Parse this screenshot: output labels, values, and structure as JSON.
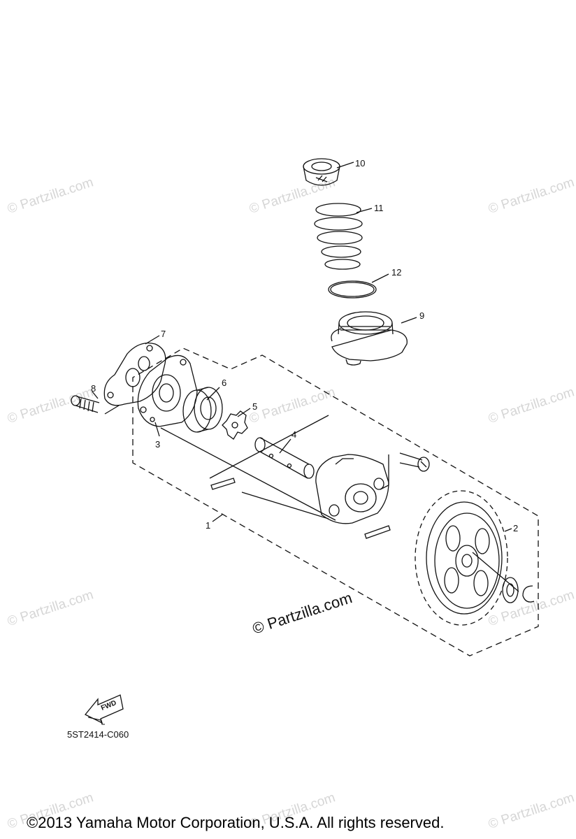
{
  "watermark": {
    "text": "© Partzilla.com"
  },
  "big_watermark": "© Partzilla.com",
  "callouts": {
    "c1": "1",
    "c2": "2",
    "c3": "3",
    "c4": "4",
    "c5": "5",
    "c6": "6",
    "c7": "7",
    "c8": "8",
    "c9": "9",
    "c10": "10",
    "c11": "11",
    "c12": "12"
  },
  "fwd_label": "FWD",
  "diagram_code": "5ST2414-C060",
  "copyright": "©2013  Yamaha Motor Corporation, U.S.A. All rights reserved.",
  "colors": {
    "ink": "#111111",
    "watermark": "#d6d6d6"
  }
}
